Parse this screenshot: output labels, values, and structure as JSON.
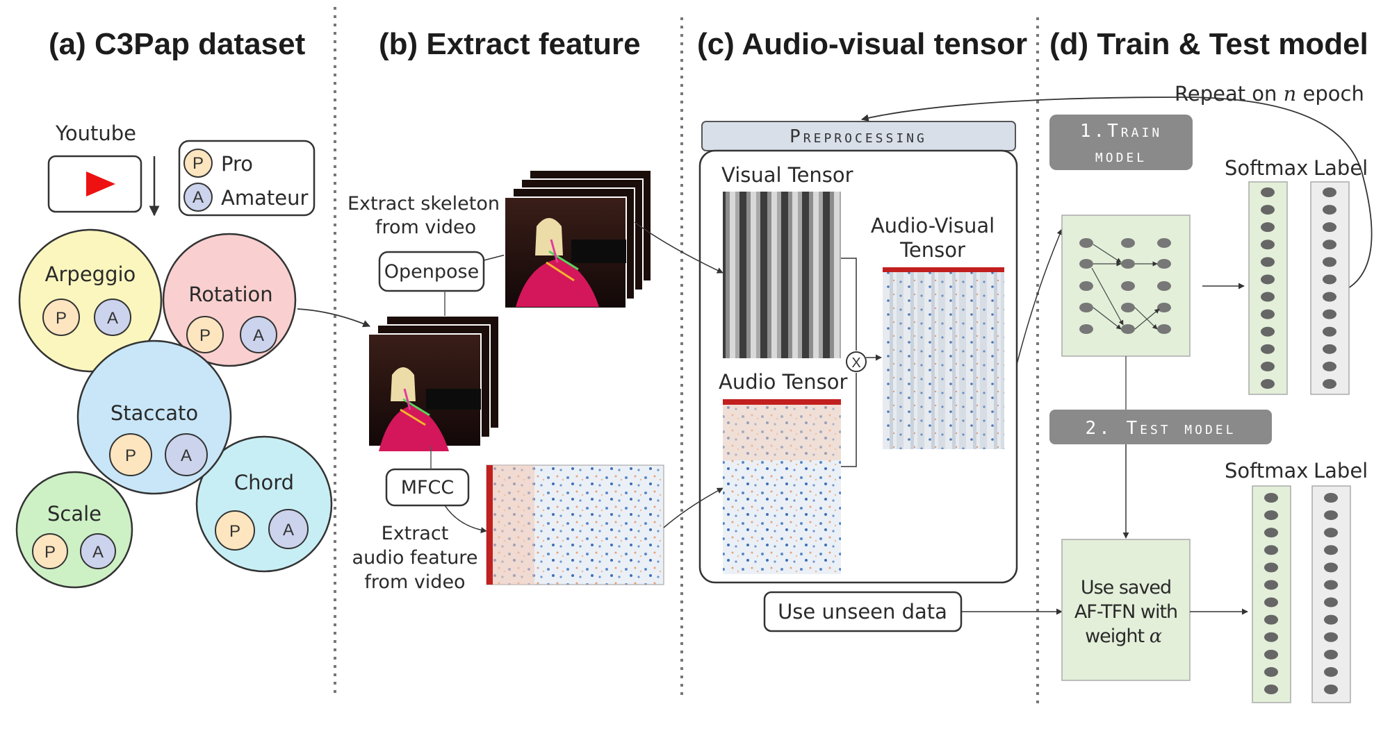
{
  "panels": {
    "a": {
      "title": "(a) C3Pap dataset"
    },
    "b": {
      "title": "(b) Extract feature"
    },
    "c": {
      "title": "(c) Audio-visual tensor"
    },
    "d": {
      "title": "(d) Train & Test model"
    }
  },
  "dataset": {
    "source": "Youtube",
    "legend": [
      {
        "badge": "P",
        "label": "Pro"
      },
      {
        "badge": "A",
        "label": "Amateur"
      }
    ],
    "techniques": [
      "Arpeggio",
      "Rotation",
      "Staccato",
      "Scale",
      "Chord"
    ],
    "badges": {
      "pro": "P",
      "amateur": "A"
    }
  },
  "feature": {
    "skeleton_caption_1": "Extract skeleton",
    "skeleton_caption_2": "from video",
    "openpose": "Openpose",
    "mfcc": "MFCC",
    "audio_caption_1": "Extract",
    "audio_caption_2": "audio feature",
    "audio_caption_3": "from video"
  },
  "tensor": {
    "preprocessing": "Preprocessing",
    "visual": "Visual Tensor",
    "audio": "Audio Tensor",
    "av_1": "Audio-Visual",
    "av_2": "Tensor",
    "multiply": "X",
    "unseen": "Use unseen data"
  },
  "model": {
    "repeat_pre": "Repeat on ",
    "repeat_var": "n",
    "repeat_post": " epoch",
    "train_1": "1.Train",
    "train_2": "model",
    "test": "2. Test model",
    "softmax": "Softmax",
    "label": "Label",
    "use_saved_1": "Use saved",
    "use_saved_2": "AF-TFN with",
    "use_saved_3": "weight ",
    "weight_var": "α"
  },
  "colors": {
    "arpeggio": "#fbf6be",
    "rotation": "#f9cfcf",
    "staccato": "#c8e6f7",
    "scale": "#cdf1c5",
    "chord": "#c8eef5",
    "pro_badge": "#fde5bf",
    "amateur_badge": "#ccd3ec",
    "youtube_red": "#ee1111",
    "nn_fill": "#e3efd9",
    "label_fill": "#ededed",
    "stage_grey": "#8a8a8a"
  }
}
